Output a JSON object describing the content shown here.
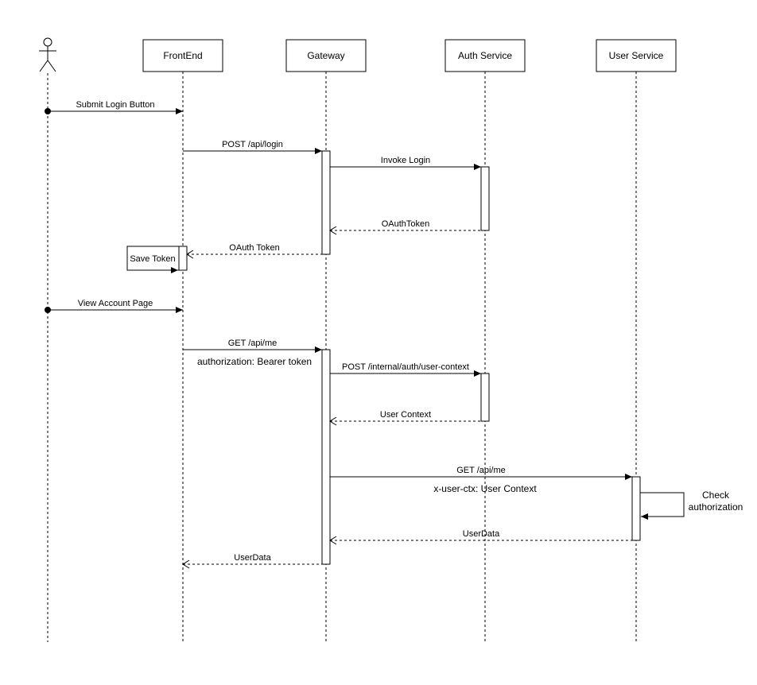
{
  "participants": [
    {
      "id": "user",
      "type": "actor",
      "name": ""
    },
    {
      "id": "frontend",
      "type": "box",
      "name": "FrontEnd"
    },
    {
      "id": "gateway",
      "type": "box",
      "name": "Gateway"
    },
    {
      "id": "auth",
      "type": "box",
      "name": "Auth Service"
    },
    {
      "id": "usersvc",
      "type": "box",
      "name": "User Service"
    }
  ],
  "messages": [
    {
      "from": "user",
      "to": "frontend",
      "label": "Submit Login Button",
      "style": "found"
    },
    {
      "from": "frontend",
      "to": "gateway",
      "label": "POST /api/login",
      "style": "sync"
    },
    {
      "from": "gateway",
      "to": "auth",
      "label": "Invoke Login",
      "style": "sync"
    },
    {
      "from": "auth",
      "to": "gateway",
      "label": "OAuthToken",
      "style": "return"
    },
    {
      "from": "gateway",
      "to": "frontend",
      "label": "OAuth Token",
      "style": "return"
    },
    {
      "from": "user",
      "to": "frontend",
      "label": "View Account Page",
      "style": "found"
    },
    {
      "from": "frontend",
      "to": "gateway",
      "label": "GET /api/me",
      "note": "authorization: Bearer token",
      "style": "sync"
    },
    {
      "from": "gateway",
      "to": "auth",
      "label": "POST /internal/auth/user-context",
      "style": "sync"
    },
    {
      "from": "auth",
      "to": "gateway",
      "label": "User Context",
      "style": "return"
    },
    {
      "from": "gateway",
      "to": "usersvc",
      "label": "GET /api/me",
      "note": "x-user-ctx: User Context",
      "style": "sync"
    },
    {
      "from": "usersvc",
      "to": "gateway",
      "label": "UserData",
      "style": "return"
    },
    {
      "from": "gateway",
      "to": "frontend",
      "label": "UserData",
      "style": "return"
    }
  ],
  "self_actions": [
    {
      "on": "frontend",
      "label": "Save Token"
    },
    {
      "on": "usersvc",
      "label_lines": [
        "Check",
        "authorization"
      ]
    }
  ]
}
